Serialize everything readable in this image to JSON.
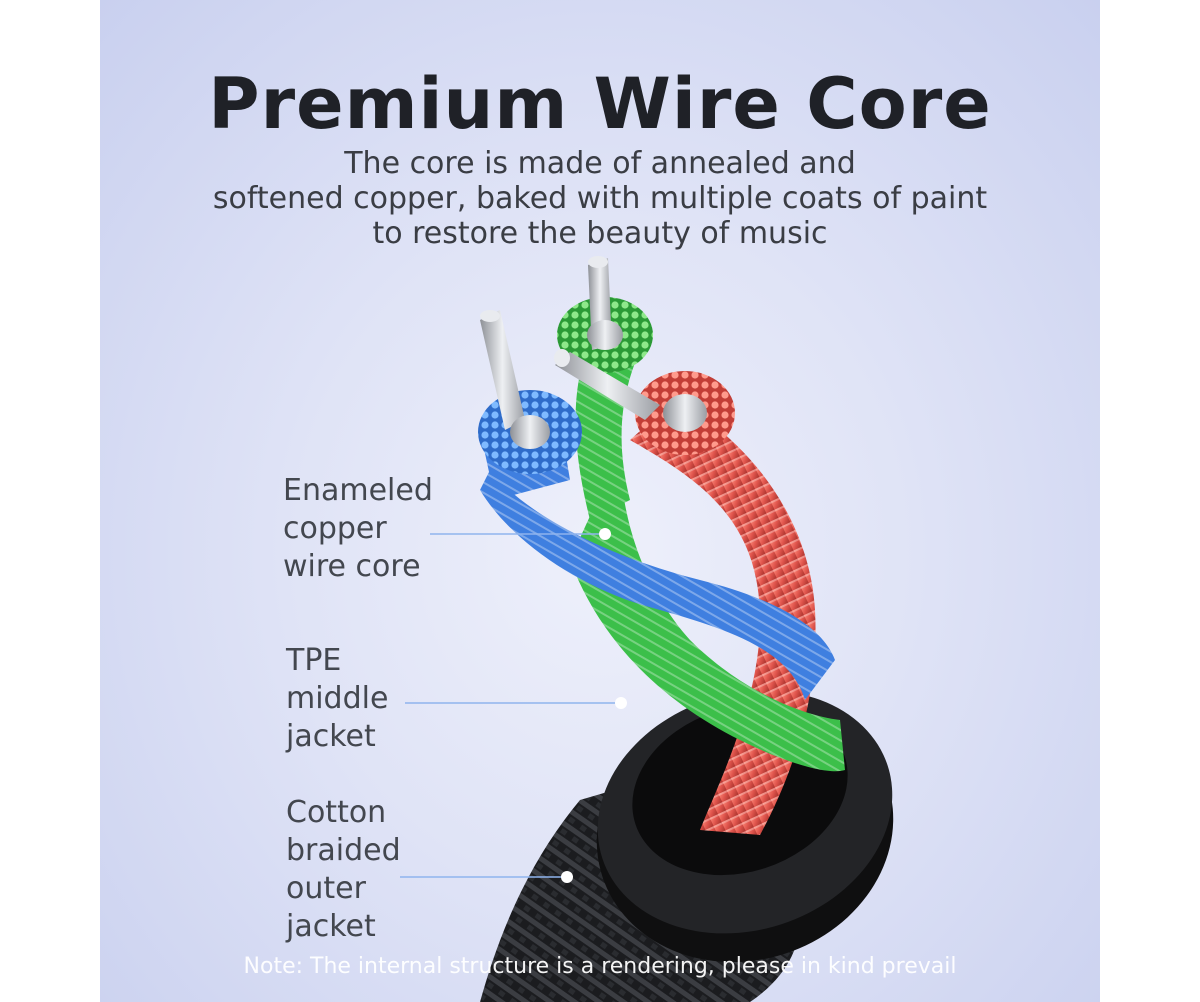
{
  "heading": {
    "title": "Premium Wire Core",
    "description_lines": [
      "The core is made of annealed and",
      "softened copper, baked with multiple coats of paint",
      "to restore the beauty of music"
    ]
  },
  "callouts": [
    {
      "lines": [
        "Enameled",
        "copper",
        "wire core"
      ]
    },
    {
      "lines": [
        "TPE",
        "middle",
        "jacket"
      ]
    },
    {
      "lines": [
        "Cotton",
        "braided",
        "outer",
        "jacket"
      ]
    }
  ],
  "footer": {
    "note": "Note: The internal structure is a rendering, please in kind prevail"
  },
  "colors": {
    "background": "#dfe3f6",
    "title": "#1f2127",
    "wire_blue": "#3f7fe0",
    "wire_green": "#3cbf4a",
    "wire_red": "#e0554d",
    "conductor_silver": "#c9ccd2",
    "jacket_black": "#141414",
    "leader_line": "#8fb4ee"
  },
  "icons": [
    "callout-dot-icon"
  ]
}
